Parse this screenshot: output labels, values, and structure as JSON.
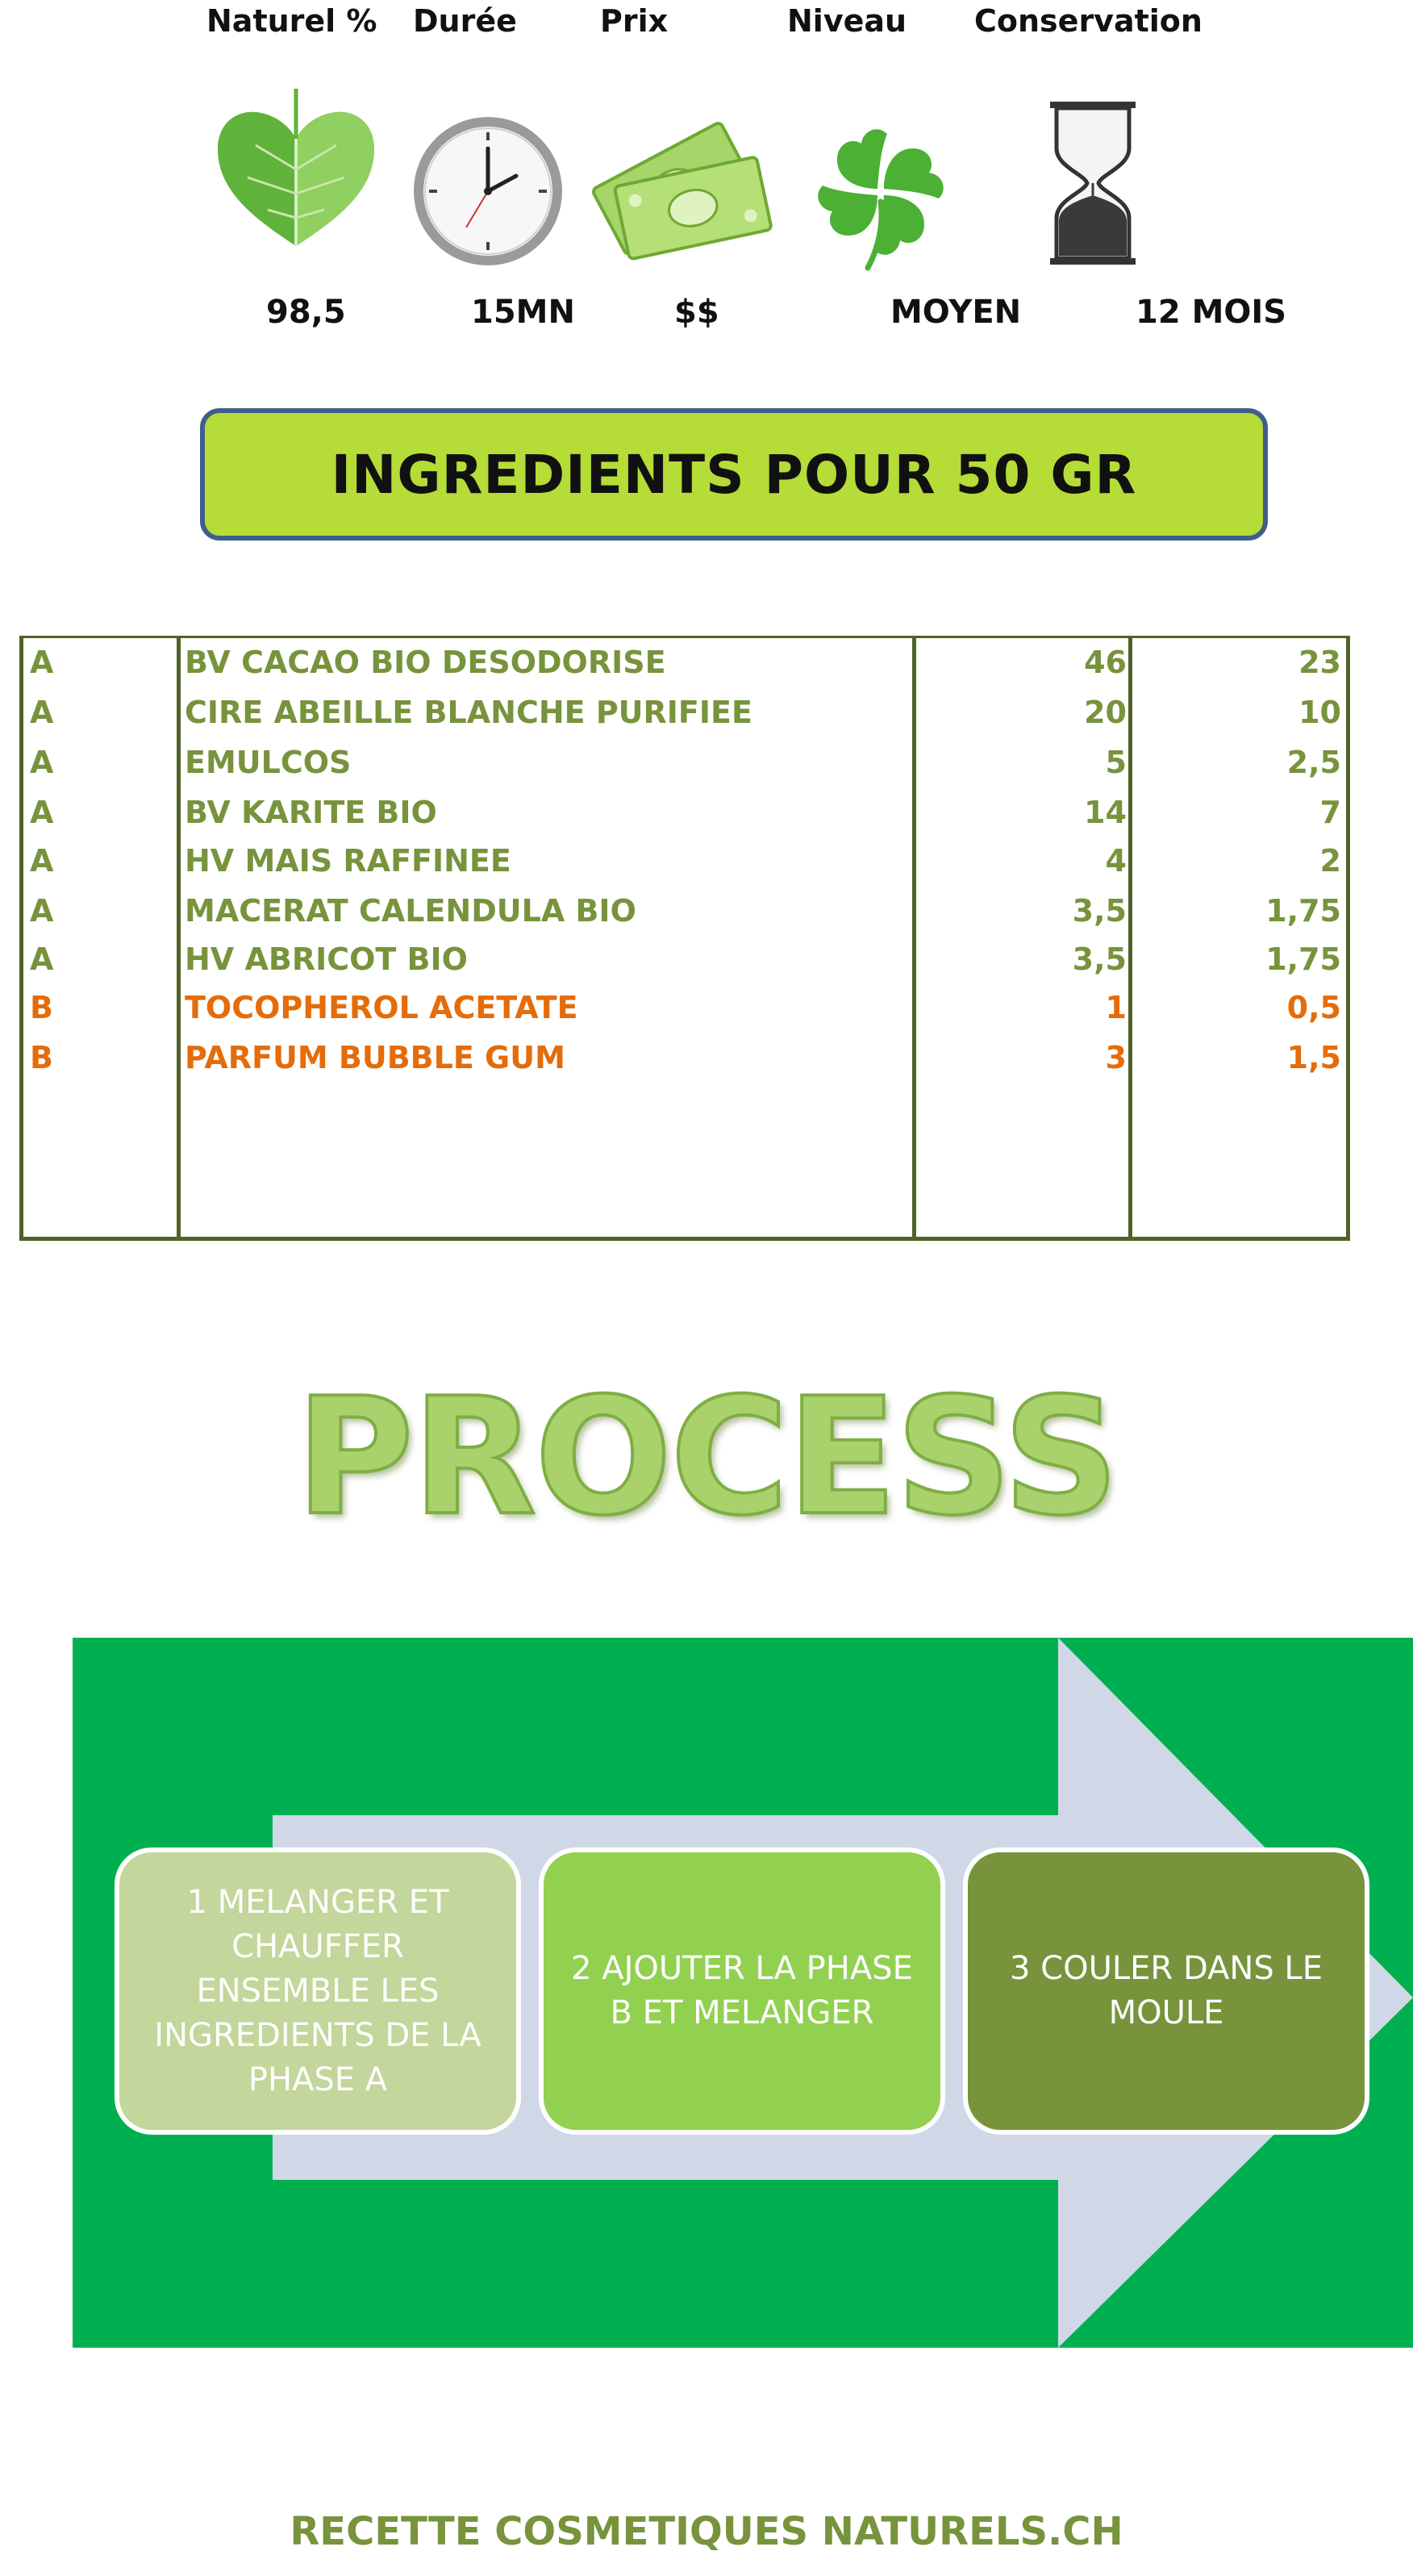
{
  "header": {
    "labels": [
      "Naturel %",
      "Durée",
      "Prix",
      "Niveau",
      "Conservation"
    ],
    "values": [
      "98,5",
      "15MN",
      "$$",
      "MOYEN",
      "12 MOIS"
    ],
    "icons": [
      "leaf-icon",
      "clock-icon",
      "banknotes-icon",
      "clover-icon",
      "hourglass-icon"
    ]
  },
  "banner": {
    "title": "INGREDIENTS POUR 50 GR"
  },
  "ingredients": [
    {
      "phase": "A",
      "name": "BV CACAO BIO DESODORISE",
      "percent": "46",
      "grams": "23"
    },
    {
      "phase": "A",
      "name": "CIRE ABEILLE BLANCHE PURIFIEE",
      "percent": "20",
      "grams": "10"
    },
    {
      "phase": "A",
      "name": "EMULCOS",
      "percent": "5",
      "grams": "2,5"
    },
    {
      "phase": "A",
      "name": "BV KARITE BIO",
      "percent": "14",
      "grams": "7"
    },
    {
      "phase": "A",
      "name": "HV MAIS RAFFINEE",
      "percent": "4",
      "grams": "2"
    },
    {
      "phase": "A",
      "name": "MACERAT CALENDULA BIO",
      "percent": "3,5",
      "grams": "1,75"
    },
    {
      "phase": "A",
      "name": "HV ABRICOT BIO",
      "percent": "3,5",
      "grams": "1,75"
    },
    {
      "phase": "B",
      "name": "TOCOPHEROL ACETATE",
      "percent": "1",
      "grams": "0,5"
    },
    {
      "phase": "B",
      "name": "PARFUM BUBBLE GUM",
      "percent": "3",
      "grams": "1,5"
    }
  ],
  "process": {
    "title": "PROCESS",
    "steps": [
      "1 MELANGER ET CHAUFFER ENSEMBLE LES INGREDIENTS DE LA PHASE A",
      "2 AJOUTER LA PHASE B ET MELANGER",
      "3 COULER DANS LE MOULE"
    ]
  },
  "footer": {
    "text": "RECETTE COSMETIQUES NATURELS.CH"
  },
  "colors": {
    "green_text": "#77933c",
    "orange_text": "#e46c0a",
    "banner_fill": "#b5dc37",
    "panel_green": "#00b050",
    "arrow_fill": "#d0d8e8",
    "step1": "#c3d69b",
    "step2": "#92d050",
    "step3": "#77933c"
  }
}
